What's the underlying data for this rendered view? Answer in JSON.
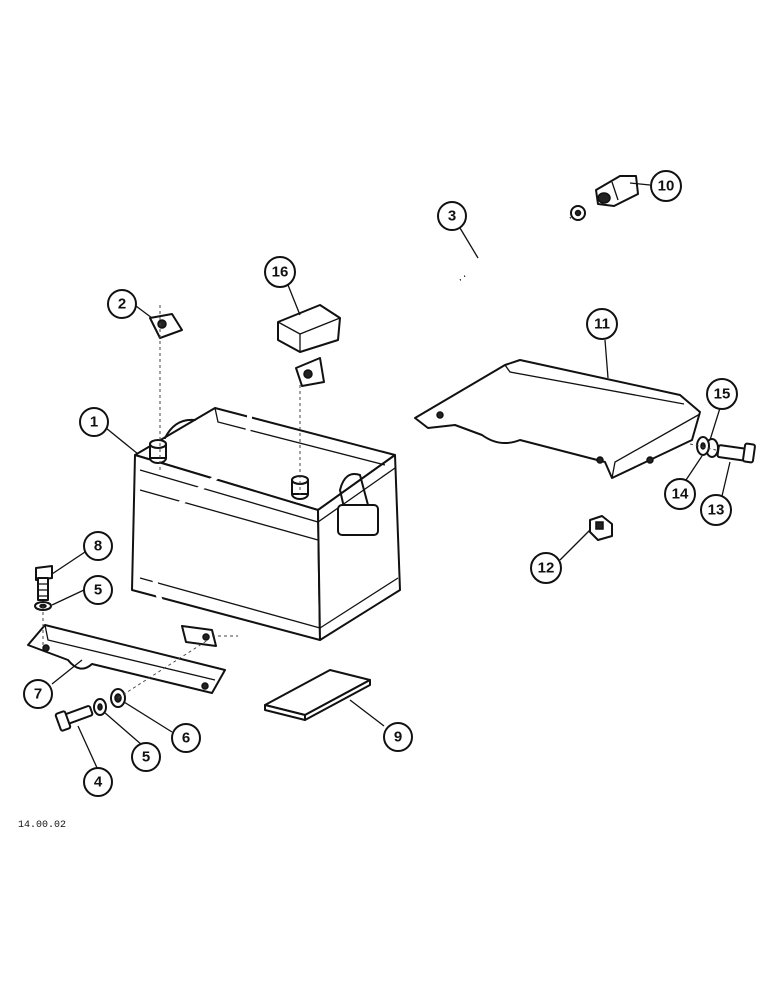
{
  "diagram": {
    "reference_code": "14.00.02",
    "callouts": [
      {
        "id": "c1",
        "label": "1"
      },
      {
        "id": "c2",
        "label": "2"
      },
      {
        "id": "c3",
        "label": "3"
      },
      {
        "id": "c4",
        "label": "4"
      },
      {
        "id": "c5a",
        "label": "5"
      },
      {
        "id": "c5b",
        "label": "5"
      },
      {
        "id": "c6",
        "label": "6"
      },
      {
        "id": "c7",
        "label": "7"
      },
      {
        "id": "c8",
        "label": "8"
      },
      {
        "id": "c9",
        "label": "9"
      },
      {
        "id": "c10",
        "label": "10"
      },
      {
        "id": "c11",
        "label": "11"
      },
      {
        "id": "c12",
        "label": "12"
      },
      {
        "id": "c13",
        "label": "13"
      },
      {
        "id": "c14",
        "label": "14"
      },
      {
        "id": "c15",
        "label": "15"
      },
      {
        "id": "c16",
        "label": "16"
      }
    ]
  }
}
